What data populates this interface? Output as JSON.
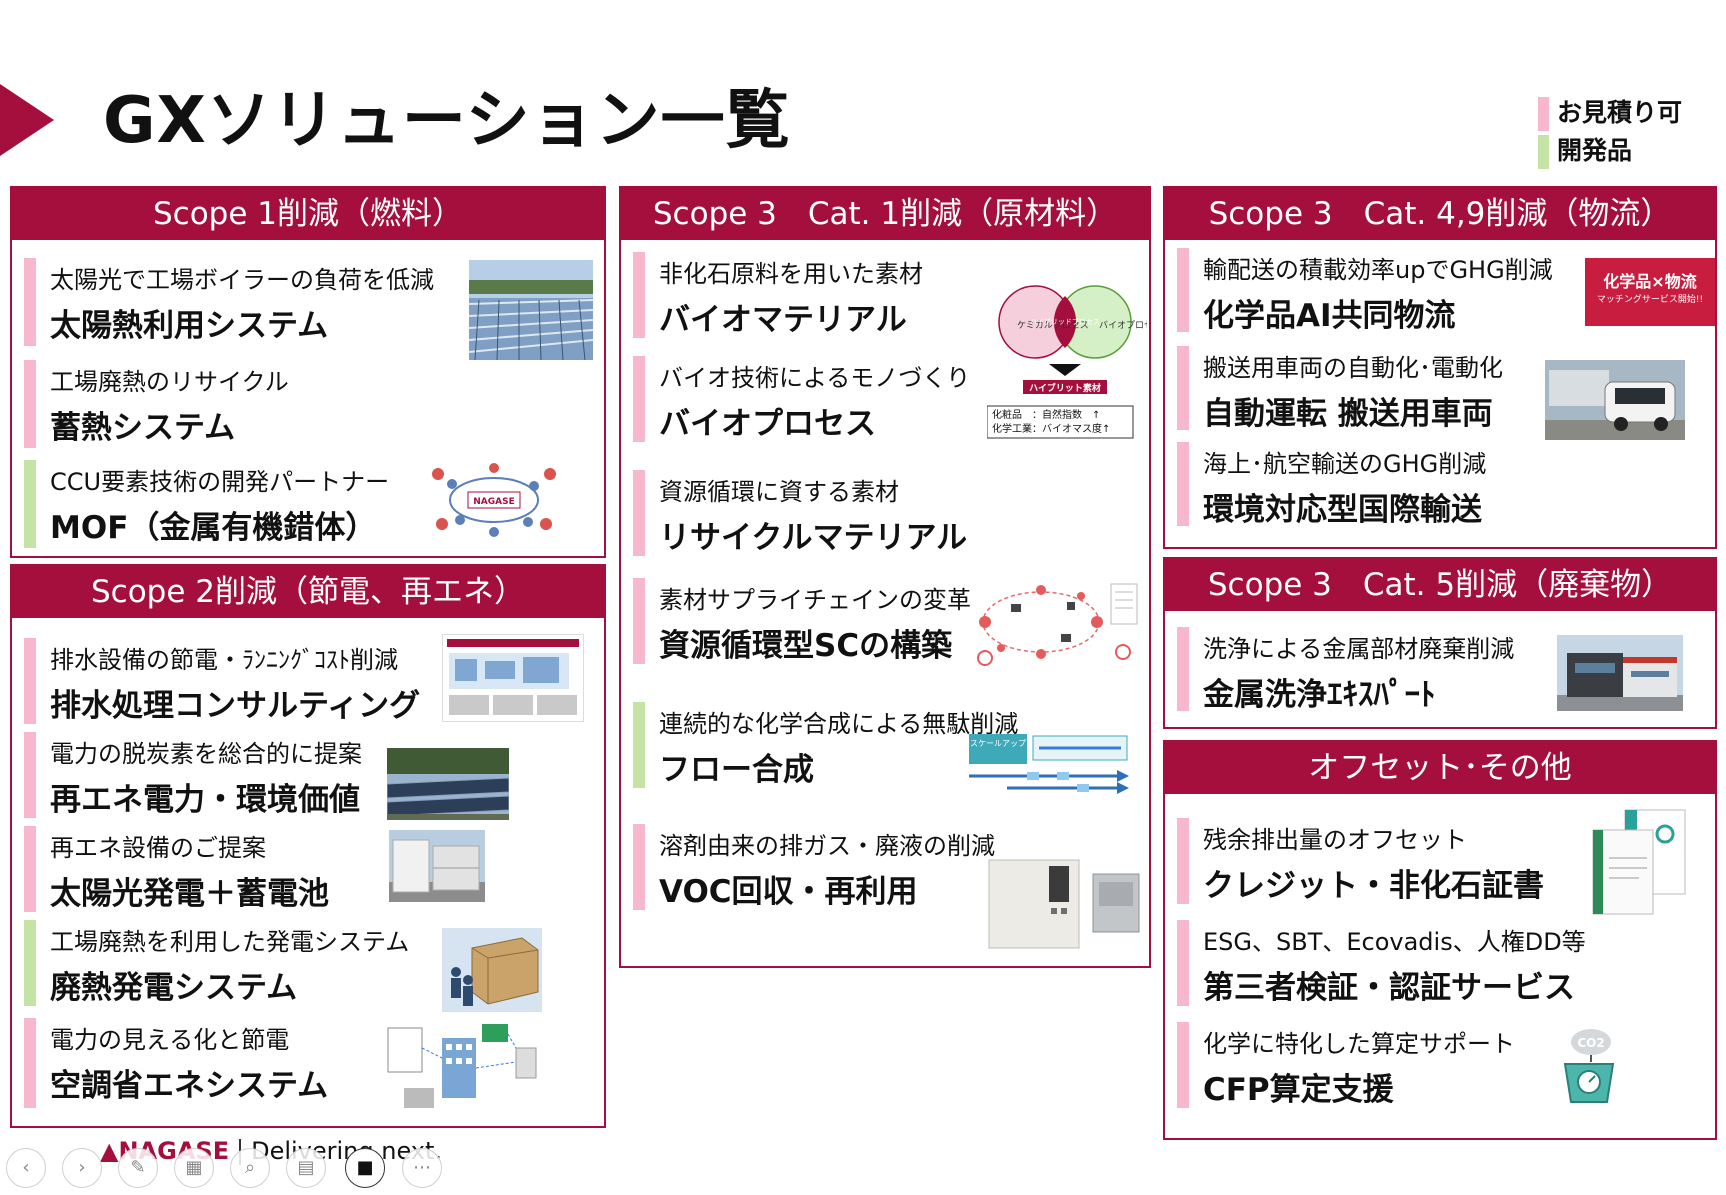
{
  "title": "GXソリューション一覧",
  "legend": {
    "estimate": "お見積り可",
    "development": "開発品"
  },
  "colors": {
    "accent": "#a50f3d",
    "pink": "#f7b8cd",
    "green": "#c6e3a6"
  },
  "scope1": {
    "header": "Scope 1削減（燃料）",
    "items": [
      {
        "sub": "太陽光で工場ボイラーの負荷を低減",
        "main": "太陽熱利用システム"
      },
      {
        "sub": "工場廃熱のリサイクル",
        "main": "蓄熱システム"
      },
      {
        "sub": "CCU要素技術の開発パートナー",
        "main": "MOF（金属有機錯体）"
      }
    ]
  },
  "scope2": {
    "header": "Scope 2削減（節電、再エネ）",
    "items": [
      {
        "sub": "排水設備の節電・ﾗﾝﾆﾝｸﾞｺｽﾄ削減",
        "main": "排水処理コンサルティング"
      },
      {
        "sub": "電力の脱炭素を総合的に提案",
        "main": "再エネ電力・環境価値"
      },
      {
        "sub": "再エネ設備のご提案",
        "main": "太陽光発電＋蓄電池"
      },
      {
        "sub": "工場廃熱を利用した発電システム",
        "main": "廃熱発電システム"
      },
      {
        "sub": "電力の見える化と節電",
        "main": "空調省エネシステム"
      }
    ]
  },
  "scope3cat1": {
    "header": "Scope 3　Cat. 1削減（原材料）",
    "items": [
      {
        "sub": "非化石原料を用いた素材",
        "main": "バイオマテリアル"
      },
      {
        "sub": "バイオ技術によるモノづくり",
        "main": "バイオプロセス"
      },
      {
        "sub": "資源循環に資する素材",
        "main": "リサイクルマテリアル"
      },
      {
        "sub": "素材サプライチェインの変革",
        "main": "資源循環型SCの構築"
      },
      {
        "sub": "連続的な化学合成による無駄削減",
        "main": "フロー合成"
      },
      {
        "sub": "溶剤由来の排ガス・廃液の削減",
        "main": "VOC回収・再利用"
      }
    ],
    "venn": {
      "left": "ケミカルプロセス",
      "center": "ハイブリッドプロセス",
      "right": "バイオプロセス",
      "badge": "ハイブリット素材",
      "line1": "化粧品　：自然指数　↑",
      "line2": "化学工業：バイオマス度↑"
    },
    "flow_label": "スケールアップ"
  },
  "scope3cat49": {
    "header": "Scope 3　Cat. 4,9削減（物流）",
    "items": [
      {
        "sub": "輸配送の積載効率upでGHG削減",
        "main": "化学品AI共同物流"
      },
      {
        "sub": "搬送用車両の自動化･電動化",
        "main": "自動運転 搬送用車両"
      },
      {
        "sub": "海上･航空輸送のGHG削減",
        "main": "環境対応型国際輸送"
      }
    ],
    "banner": {
      "title": "化学品×物流",
      "subtitle": "マッチングサービス開始!!"
    }
  },
  "scope3cat5": {
    "header": "Scope 3　Cat. 5削減（廃棄物）",
    "items": [
      {
        "sub": "洗浄による金属部材廃棄削減",
        "main": "金属洗浄ｴｷｽﾊﾟｰﾄ"
      }
    ]
  },
  "offset": {
    "header": "オフセット･その他",
    "items": [
      {
        "sub": "残余排出量のオフセット",
        "main": "クレジット・非化石証書"
      },
      {
        "sub": "ESG、SBT、Ecovadis、人権DD等",
        "main": "第三者検証・認証サービス"
      },
      {
        "sub": "化学に特化した算定サポート",
        "main": "CFP算定支援"
      }
    ],
    "co2_label": "CO2"
  },
  "footer": {
    "brand": "NAGASE",
    "tagline": "Delivering next."
  }
}
